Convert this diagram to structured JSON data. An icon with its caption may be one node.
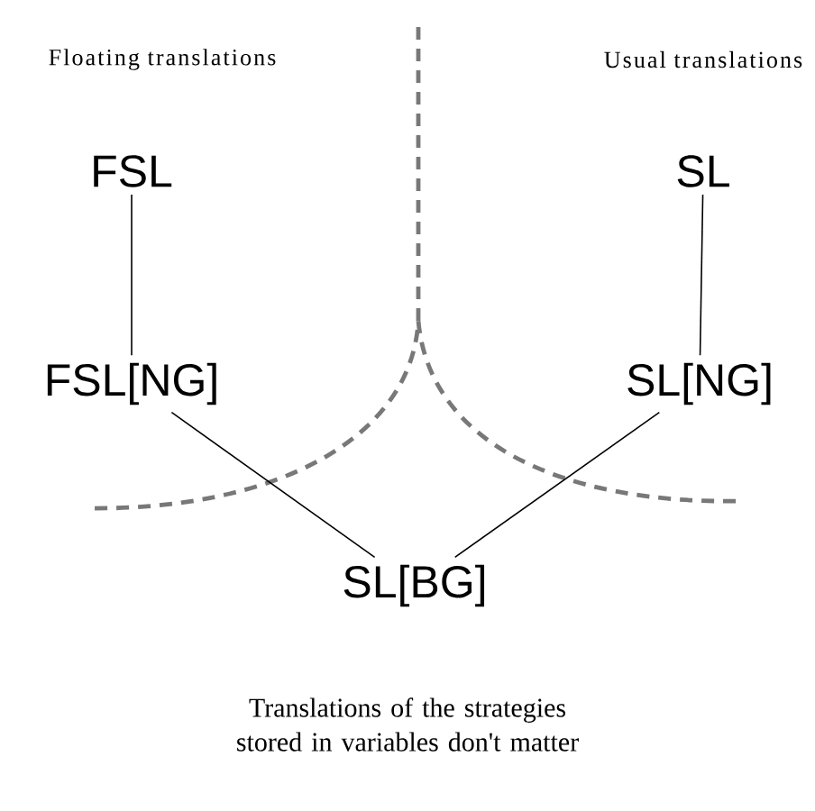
{
  "diagram": {
    "caption": "Translations of the strategies stored in variables don't matter",
    "nodes": [
      {
        "text": [
          "FSL"
        ]
      },
      {
        "text": [
          "SL"
        ]
      },
      {
        "text": [
          "FSL[NG]"
        ]
      },
      {
        "text": [
          "SL[NG]"
        ]
      },
      {
        "text": [
          "SL[BG]"
        ]
      }
    ],
    "edges": [
      {
        "from": 0,
        "to": 2,
        "arrow": "none"
      },
      {
        "from": 1,
        "to": 3,
        "arrow": "none"
      },
      {
        "from": 2,
        "to": 4,
        "arrow": "none"
      },
      {
        "from": 3,
        "to": 4,
        "arrow": "none"
      }
    ],
    "labels": [
      "Floating translations",
      "Usual translations"
    ]
  }
}
